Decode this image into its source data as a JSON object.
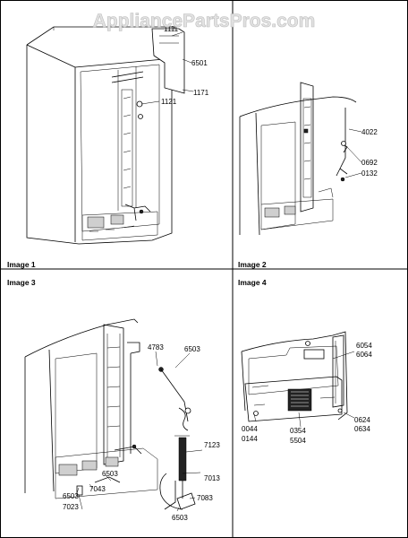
{
  "watermark": "AppliancePartsPros.com",
  "panels": [
    {
      "caption": "Image 1",
      "labels": [
        "1111",
        "6501",
        "1171",
        "1121"
      ]
    },
    {
      "caption": "Image 2",
      "labels": [
        "4022",
        "0692",
        "0132"
      ]
    },
    {
      "caption": "Image 3",
      "labels": [
        "4783",
        "6503",
        "7123",
        "7013",
        "6503",
        "7043",
        "6503",
        "7023",
        "7083",
        "6503"
      ]
    },
    {
      "caption": "Image 4",
      "labels": [
        "6054",
        "6064",
        "0044",
        "0144",
        "0354",
        "5504",
        "0624",
        "0634"
      ]
    }
  ]
}
